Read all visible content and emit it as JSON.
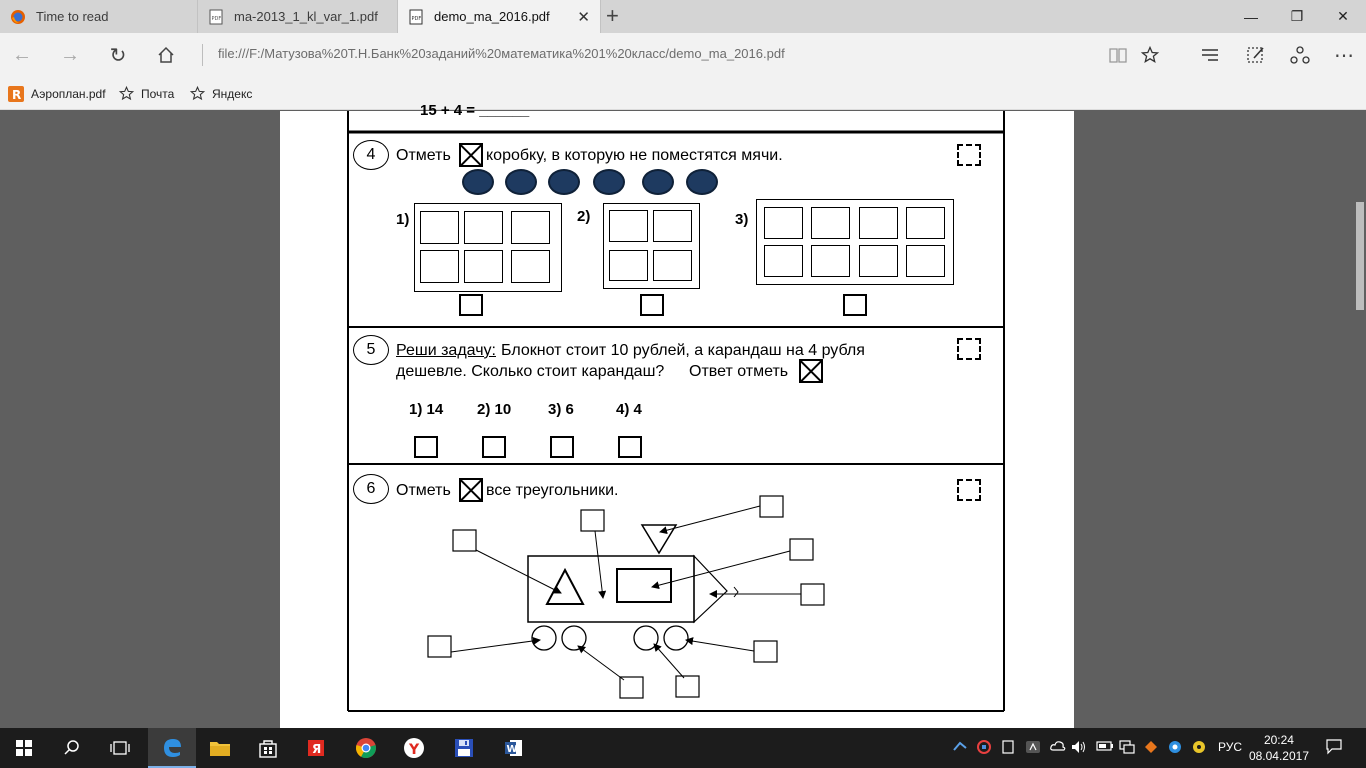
{
  "tabs": [
    {
      "label": "Time to read",
      "icon": "firefox-icon",
      "active": false
    },
    {
      "label": "ma-2013_1_kl_var_1.pdf",
      "icon": "pdf-icon",
      "active": false
    },
    {
      "label": "demo_ma_2016.pdf",
      "icon": "pdf-icon",
      "active": true
    }
  ],
  "address": "file:///F:/Матузова%20Т.Н.Банк%20заданий%20математика%201%20класс/demo_ma_2016.pdf",
  "favorites": [
    {
      "label": "Аэроплан.pdf",
      "icon": "pdf-r-icon"
    },
    {
      "label": "Почта",
      "icon": "star-icon"
    },
    {
      "label": "Яндекс",
      "icon": "star-icon"
    }
  ],
  "document": {
    "prev_equation": "15 + 4 = ______",
    "task4": {
      "number": "4",
      "prefix": "Отметь",
      "text": "коробку, в которую не поместятся мячи.",
      "box_labels": [
        "1)",
        "2)",
        "3)"
      ],
      "balls": 6
    },
    "task5": {
      "number": "5",
      "lead": "Реши задачу:",
      "line1": " Блокнот стоит 10 рублей, а карандаш на 4 рубля",
      "line2": "дешевле. Сколько стоит карандаш?",
      "answer_prompt": "Ответ отметь",
      "options": [
        "1) 14",
        "2) 10",
        "3) 6",
        "4) 4"
      ]
    },
    "task6": {
      "number": "6",
      "prefix": "Отметь",
      "text": "все треугольники."
    }
  },
  "taskbar": {
    "apps": [
      "windows-start-icon",
      "search-icon",
      "task-view-icon",
      "edge-icon",
      "file-explorer-icon",
      "store-icon",
      "yandex-icon",
      "chrome-icon",
      "yandex-browser-icon",
      "floppy-icon",
      "word-icon"
    ],
    "language": "РУС",
    "time": "20:24",
    "date": "08.04.2017"
  }
}
